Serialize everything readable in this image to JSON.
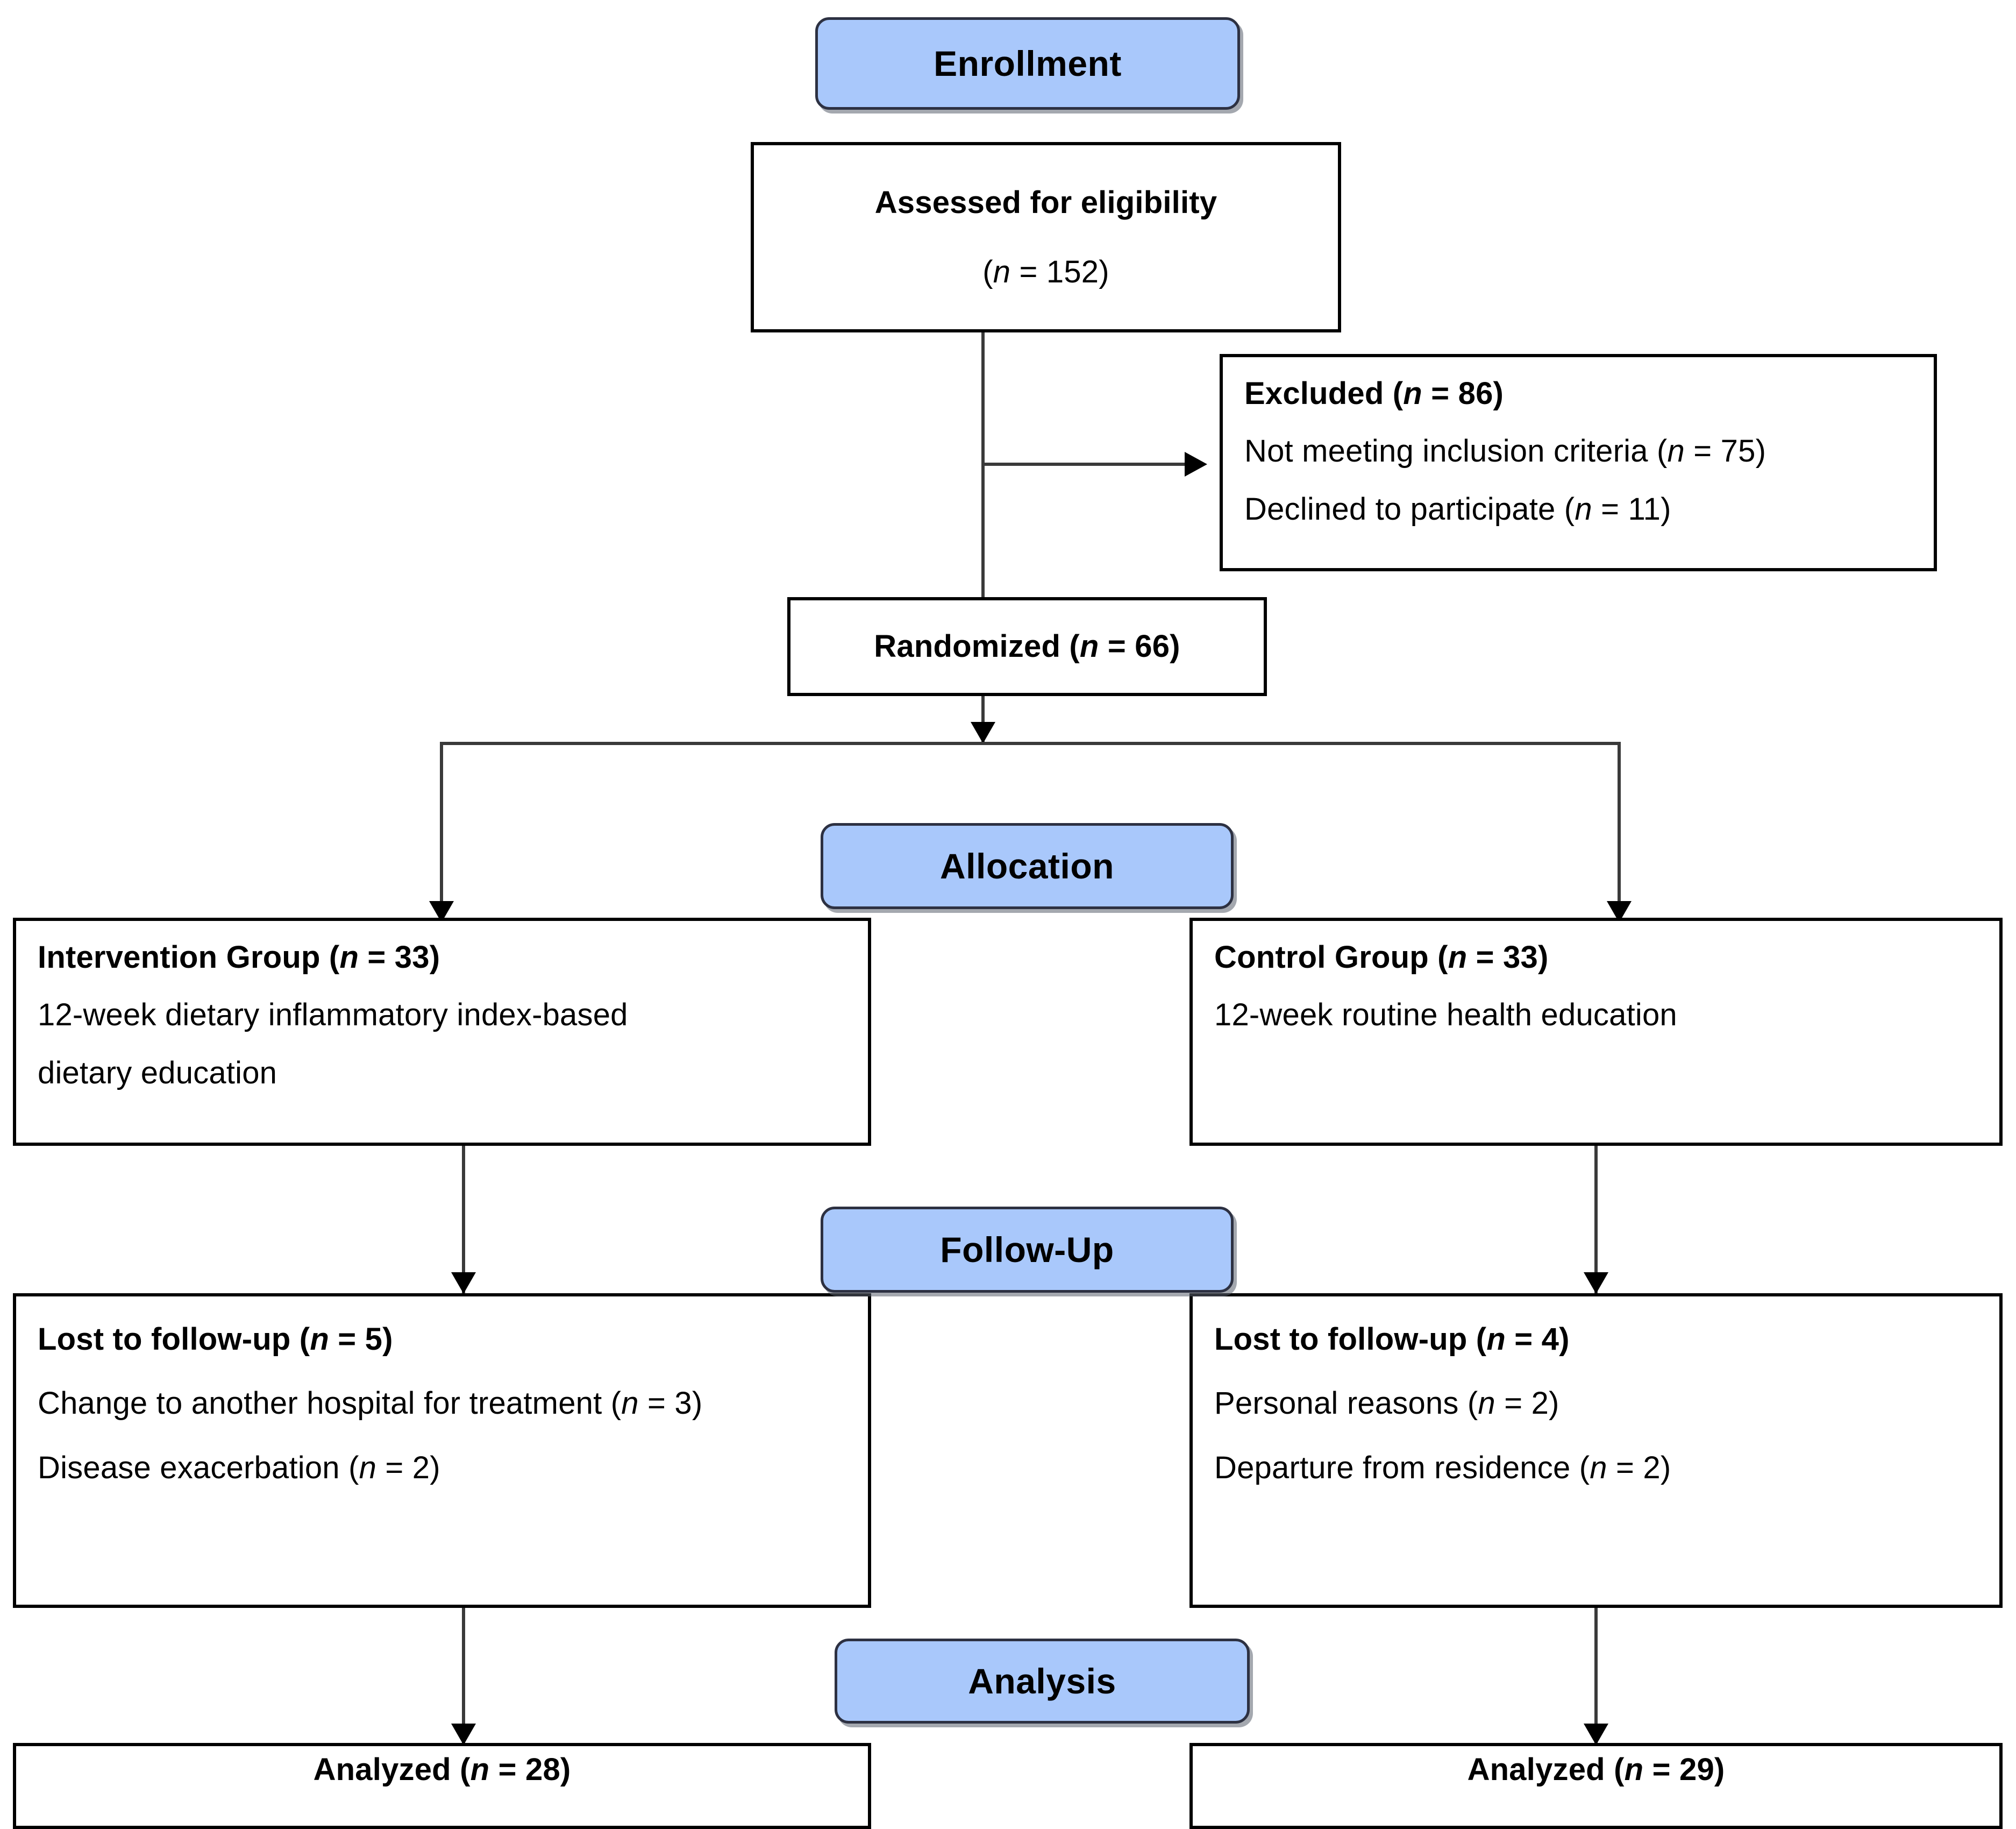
{
  "diagram": {
    "title": "CONSORT participant flow diagram",
    "accent_color": "#a9c8fb",
    "border_color": "#000000",
    "connector_color": "#3a3a3a"
  },
  "stages": {
    "enrollment": "Enrollment",
    "allocation": "Allocation",
    "followup": "Follow-Up",
    "analysis": "Analysis"
  },
  "eligibility": {
    "line1": "Assessed for eligibility",
    "line2_prefix": "(",
    "line2_italic": "n",
    "line2_suffix": " = 152)"
  },
  "excluded": {
    "heading_prefix": "Excluded (",
    "heading_italic": "n",
    "heading_suffix": " = 86)",
    "reason1_prefix": "Not meeting inclusion criteria (",
    "reason1_italic": "n",
    "reason1_suffix": " = 75)",
    "reason2_prefix": "Declined to participate (",
    "reason2_italic": "n",
    "reason2_suffix": " = 11)"
  },
  "randomized": {
    "prefix": "Randomized (",
    "italic": "n",
    "suffix": " = 66)"
  },
  "intervention_group": {
    "heading_prefix": "Intervention Group (",
    "heading_italic": "n",
    "heading_suffix": " = 33)",
    "detail_line1": "12-week dietary inflammatory index-based",
    "detail_line2": "dietary education"
  },
  "control_group": {
    "heading_prefix": "Control Group (",
    "heading_italic": "n",
    "heading_suffix": " = 33)",
    "detail_line1": "12-week routine health education"
  },
  "intervention_followup": {
    "heading_prefix": "Lost to follow-up (",
    "heading_italic": "n",
    "heading_suffix": " = 5)",
    "reason1_prefix": "Change to another hospital for treatment (",
    "reason1_italic": "n",
    "reason1_suffix": " = 3)",
    "reason2_prefix": "Disease exacerbation (",
    "reason2_italic": "n",
    "reason2_suffix": " = 2)"
  },
  "control_followup": {
    "heading_prefix": "Lost to follow-up (",
    "heading_italic": "n",
    "heading_suffix": " = 4)",
    "reason1_prefix": "Personal reasons (",
    "reason1_italic": "n",
    "reason1_suffix": " = 2)",
    "reason2_prefix": "Departure from residence (",
    "reason2_italic": "n",
    "reason2_suffix": " = 2)"
  },
  "intervention_analyzed": {
    "prefix": "Analyzed (",
    "italic": "n",
    "suffix": " = 28)"
  },
  "control_analyzed": {
    "prefix": "Analyzed (",
    "italic": "n",
    "suffix": " = 29)"
  }
}
